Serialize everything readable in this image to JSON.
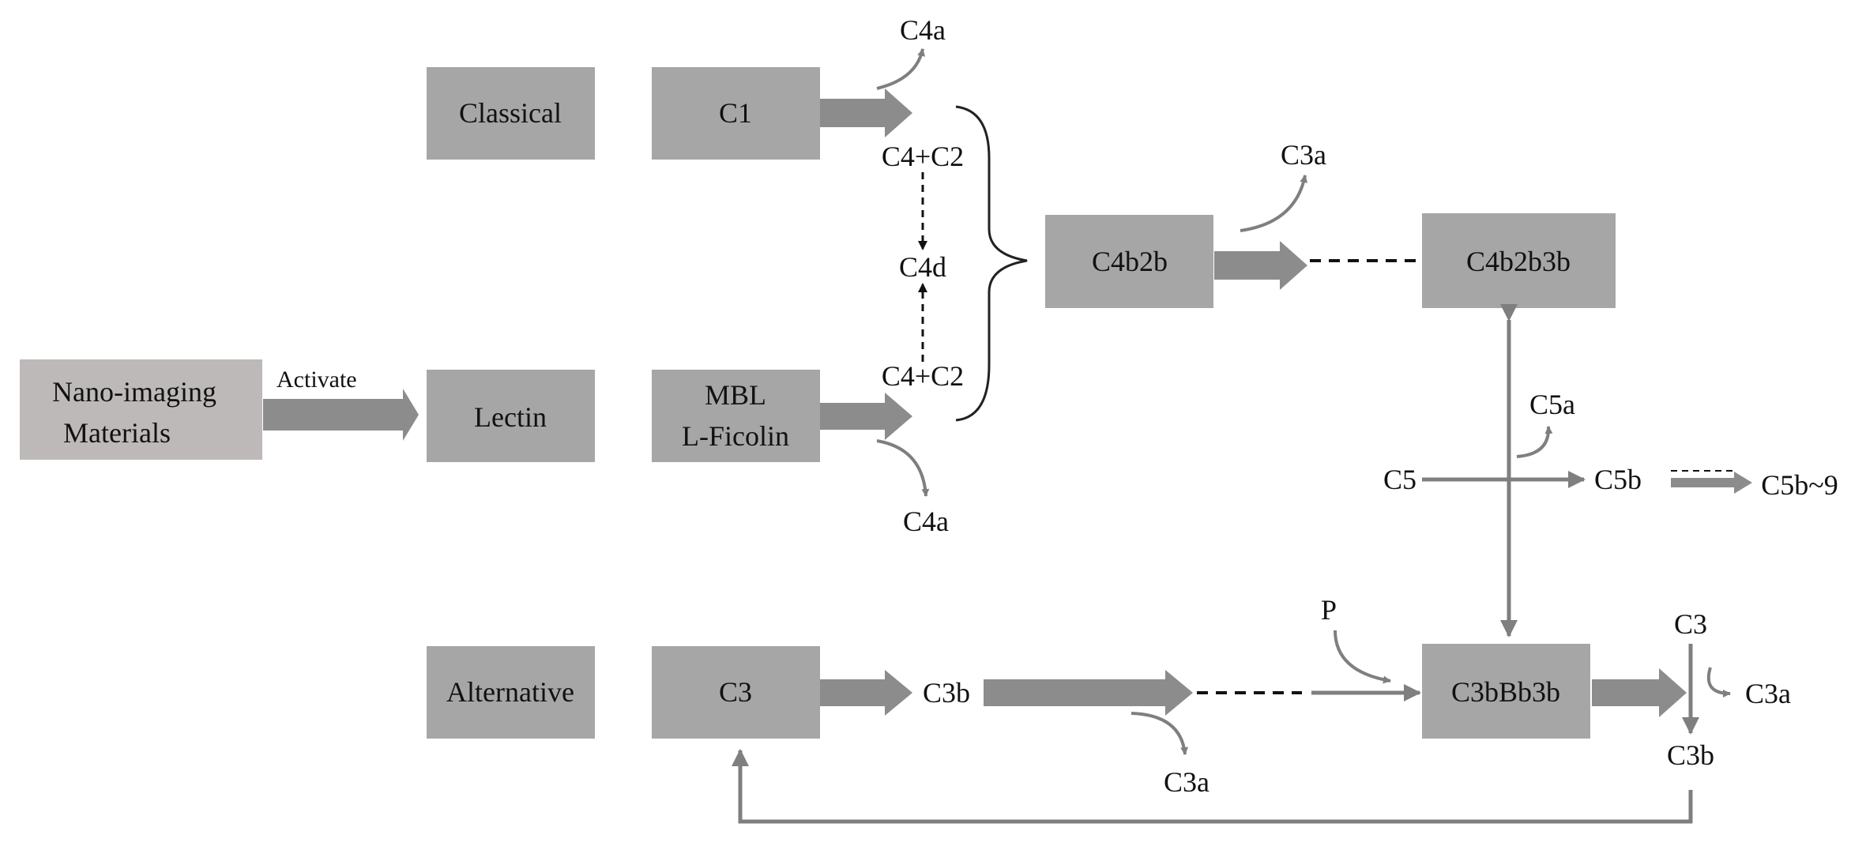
{
  "colors": {
    "box_fill": "#a6a6a6",
    "source_box_fill": "#bdb9b8",
    "arrow": "#8c8c8c",
    "line": "#7f7f7f",
    "text": "#111111"
  },
  "source": {
    "line1": "Nano-imaging",
    "line2": "Materials",
    "activate_label": "Activate"
  },
  "pathways": {
    "classical": "Classical",
    "lectin": "Lectin",
    "alternative": "Alternative"
  },
  "initiators": {
    "c1": "C1",
    "mbl": "MBL",
    "l_ficolin": "L-Ficolin",
    "c3": "C3"
  },
  "convertases": {
    "c4b2b": "C4b2b",
    "c4b2b3b": "C4b2b3b",
    "c3bbb3b": "C3bBb3b"
  },
  "labels": {
    "c4a_top": "C4a",
    "c4c2_top": "C4+C2",
    "c4d": "C4d",
    "c4c2_bottom": "C4+C2",
    "c4a_bottom": "C4a",
    "c3a_upper": "C3a",
    "c5a": "C5a",
    "c5": "C5",
    "c5b": "C5b",
    "c5b_9": "C5b~9",
    "c3b_alt": "C3b",
    "c3a_alt": "C3a",
    "p": "P",
    "c3_right": "C3",
    "c3a_right": "C3a",
    "c3b_right": "C3b"
  }
}
